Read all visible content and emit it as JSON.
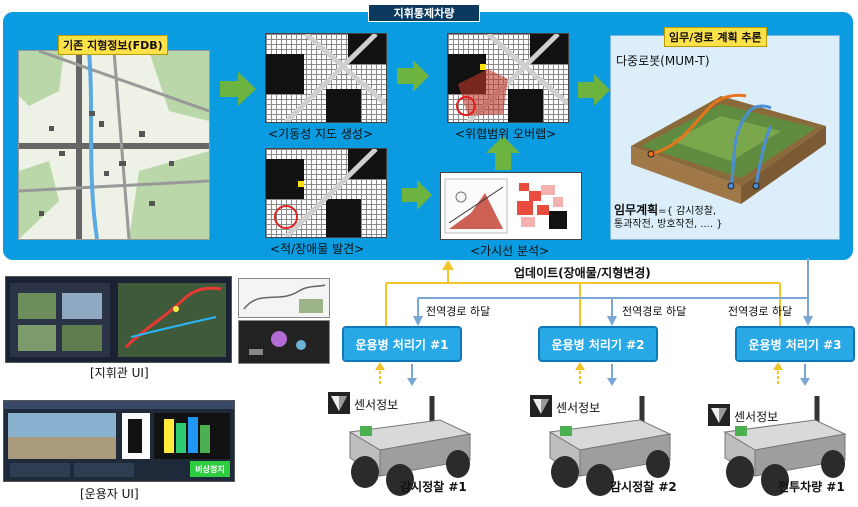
{
  "top": {
    "title": "지휘통제차량",
    "fdb_label": "기존 지형정보(FDB)",
    "mobility_map": "<기동성 지도 생성>",
    "threat_overlap": "<위협범위 오버랩>",
    "obstacle_detect": "<적/장애물 발견>",
    "los_analysis": "<가시선 분석>",
    "planning_title": "임무/경로 계획 추론",
    "mum_t": "다중로봇(MUM-T)",
    "mission_plan_bold": "임무계획",
    "mission_plan_rest": "={ 감시정찰,",
    "mission_plan_line2": "통과작전, 방호작전, .... }"
  },
  "flows": {
    "update_label": "업데이트(장애물/지형변경)",
    "route_down_1": "전역경로 하달",
    "route_down_2": "전역경로 하달",
    "route_down_3": "전역경로 하달"
  },
  "processors": [
    {
      "label": "운용병 처리기 #1"
    },
    {
      "label": "운용병 처리기 #2"
    },
    {
      "label": "운용병 처리기 #3"
    }
  ],
  "robots": [
    {
      "sensor": "센서정보",
      "name": "감시정찰 #1"
    },
    {
      "sensor": "센서정보",
      "name": "감시정찰 #2"
    },
    {
      "sensor": "센서정보",
      "name": "전투차량 #1"
    }
  ],
  "ui": {
    "commander_label": "[지휘관 UI]",
    "operator_label": "[운용자 UI]",
    "operator_button": "비상정지"
  },
  "colors": {
    "panel": "#0a9be0",
    "update_arrow": "#f2c32b",
    "route_arrow": "#7aa7d6",
    "green_arrow": "#6cb33f"
  }
}
